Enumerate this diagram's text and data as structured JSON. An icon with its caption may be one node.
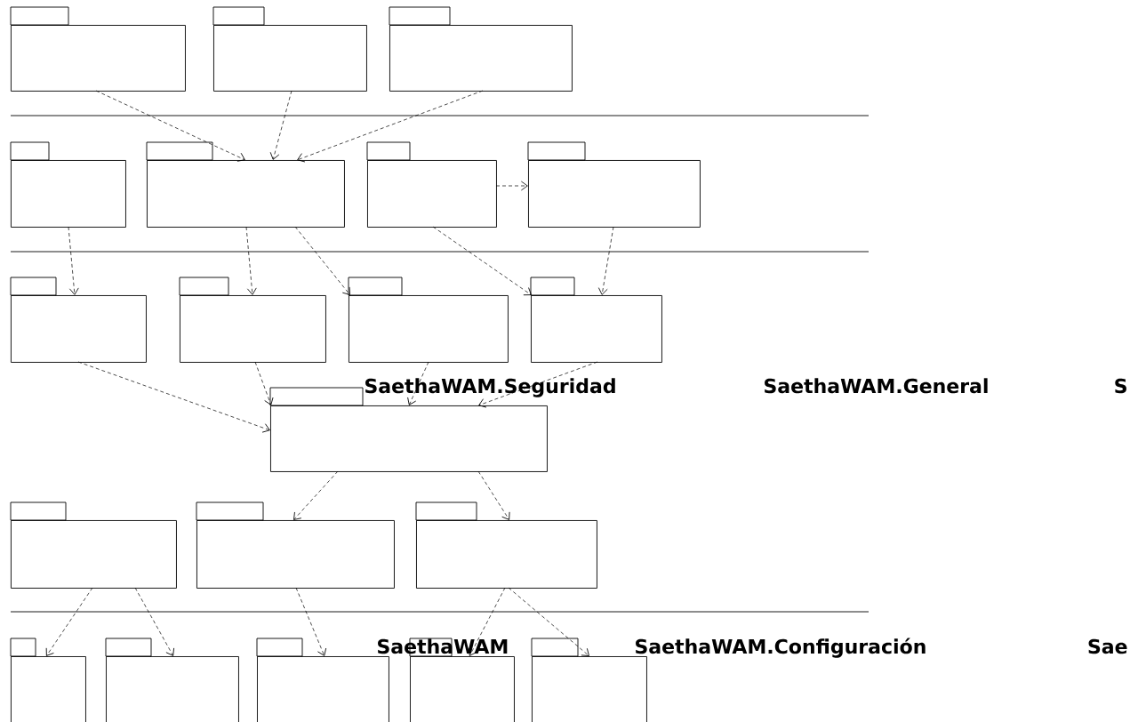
{
  "diagram": {
    "nodes": [
      {
        "text": [],
        "shape": "folder"
      },
      {
        "text": [],
        "shape": "folder"
      },
      {
        "text": [],
        "shape": "folder"
      },
      {
        "text": [],
        "shape": "folder"
      },
      {
        "text": [],
        "shape": "folder"
      },
      {
        "text": [],
        "shape": "folder"
      },
      {
        "text": [],
        "shape": "folder"
      },
      {
        "text": [],
        "shape": "folder"
      },
      {
        "text": [],
        "shape": "folder"
      },
      {
        "text": [],
        "shape": "folder"
      },
      {
        "text": [],
        "shape": "folder"
      },
      {
        "text": [],
        "shape": "folder"
      },
      {
        "text": [],
        "shape": "folder"
      },
      {
        "text": [],
        "shape": "folder"
      },
      {
        "text": [],
        "shape": "folder"
      },
      {
        "text": [],
        "shape": "folder"
      },
      {
        "text": [],
        "shape": "folder"
      },
      {
        "text": [],
        "shape": "folder"
      },
      {
        "text": [],
        "shape": "folder"
      },
      {
        "text": [],
        "shape": "folder"
      }
    ],
    "edges": [
      {
        "from": 0,
        "to": 4,
        "arrow": "to",
        "style": "dashed"
      },
      {
        "from": 1,
        "to": 4,
        "arrow": "to",
        "style": "dashed"
      },
      {
        "from": 2,
        "to": 4,
        "arrow": "to",
        "style": "dashed"
      },
      {
        "from": 5,
        "to": 6,
        "arrow": "to",
        "style": "dashed"
      },
      {
        "from": 3,
        "to": 7,
        "arrow": "to",
        "style": "dashed"
      },
      {
        "from": 4,
        "to": 8,
        "arrow": "to",
        "style": "dashed"
      },
      {
        "from": 4,
        "to": 9,
        "arrow": "to",
        "style": "dashed"
      },
      {
        "from": 5,
        "to": 10,
        "arrow": "to",
        "style": "dashed"
      },
      {
        "from": 6,
        "to": 10,
        "arrow": "to",
        "style": "dashed"
      },
      {
        "from": 7,
        "to": 11,
        "arrow": "to",
        "style": "dashed"
      },
      {
        "from": 8,
        "to": 11,
        "arrow": "to",
        "style": "dashed"
      },
      {
        "from": 9,
        "to": 11,
        "arrow": "to",
        "style": "dashed"
      },
      {
        "from": 10,
        "to": 11,
        "arrow": "to",
        "style": "dashed"
      },
      {
        "from": 11,
        "to": 13,
        "arrow": "to",
        "style": "dashed"
      },
      {
        "from": 11,
        "to": 14,
        "arrow": "to",
        "style": "dashed"
      },
      {
        "from": 12,
        "to": 15,
        "arrow": "to",
        "style": "dashed"
      },
      {
        "from": 12,
        "to": 16,
        "arrow": "to",
        "style": "dashed"
      },
      {
        "from": 13,
        "to": 17,
        "arrow": "to",
        "style": "dashed"
      },
      {
        "from": 14,
        "to": 18,
        "arrow": "to",
        "style": "dashed"
      },
      {
        "from": 14,
        "to": 19,
        "arrow": "to",
        "style": "dashed"
      }
    ],
    "labels": [
      "SaethaWAM.Seguridad",
      "SaethaWAM.General",
      "S",
      "SaethaWAM",
      "SaethaWAM.Configuración",
      "Sae"
    ]
  }
}
